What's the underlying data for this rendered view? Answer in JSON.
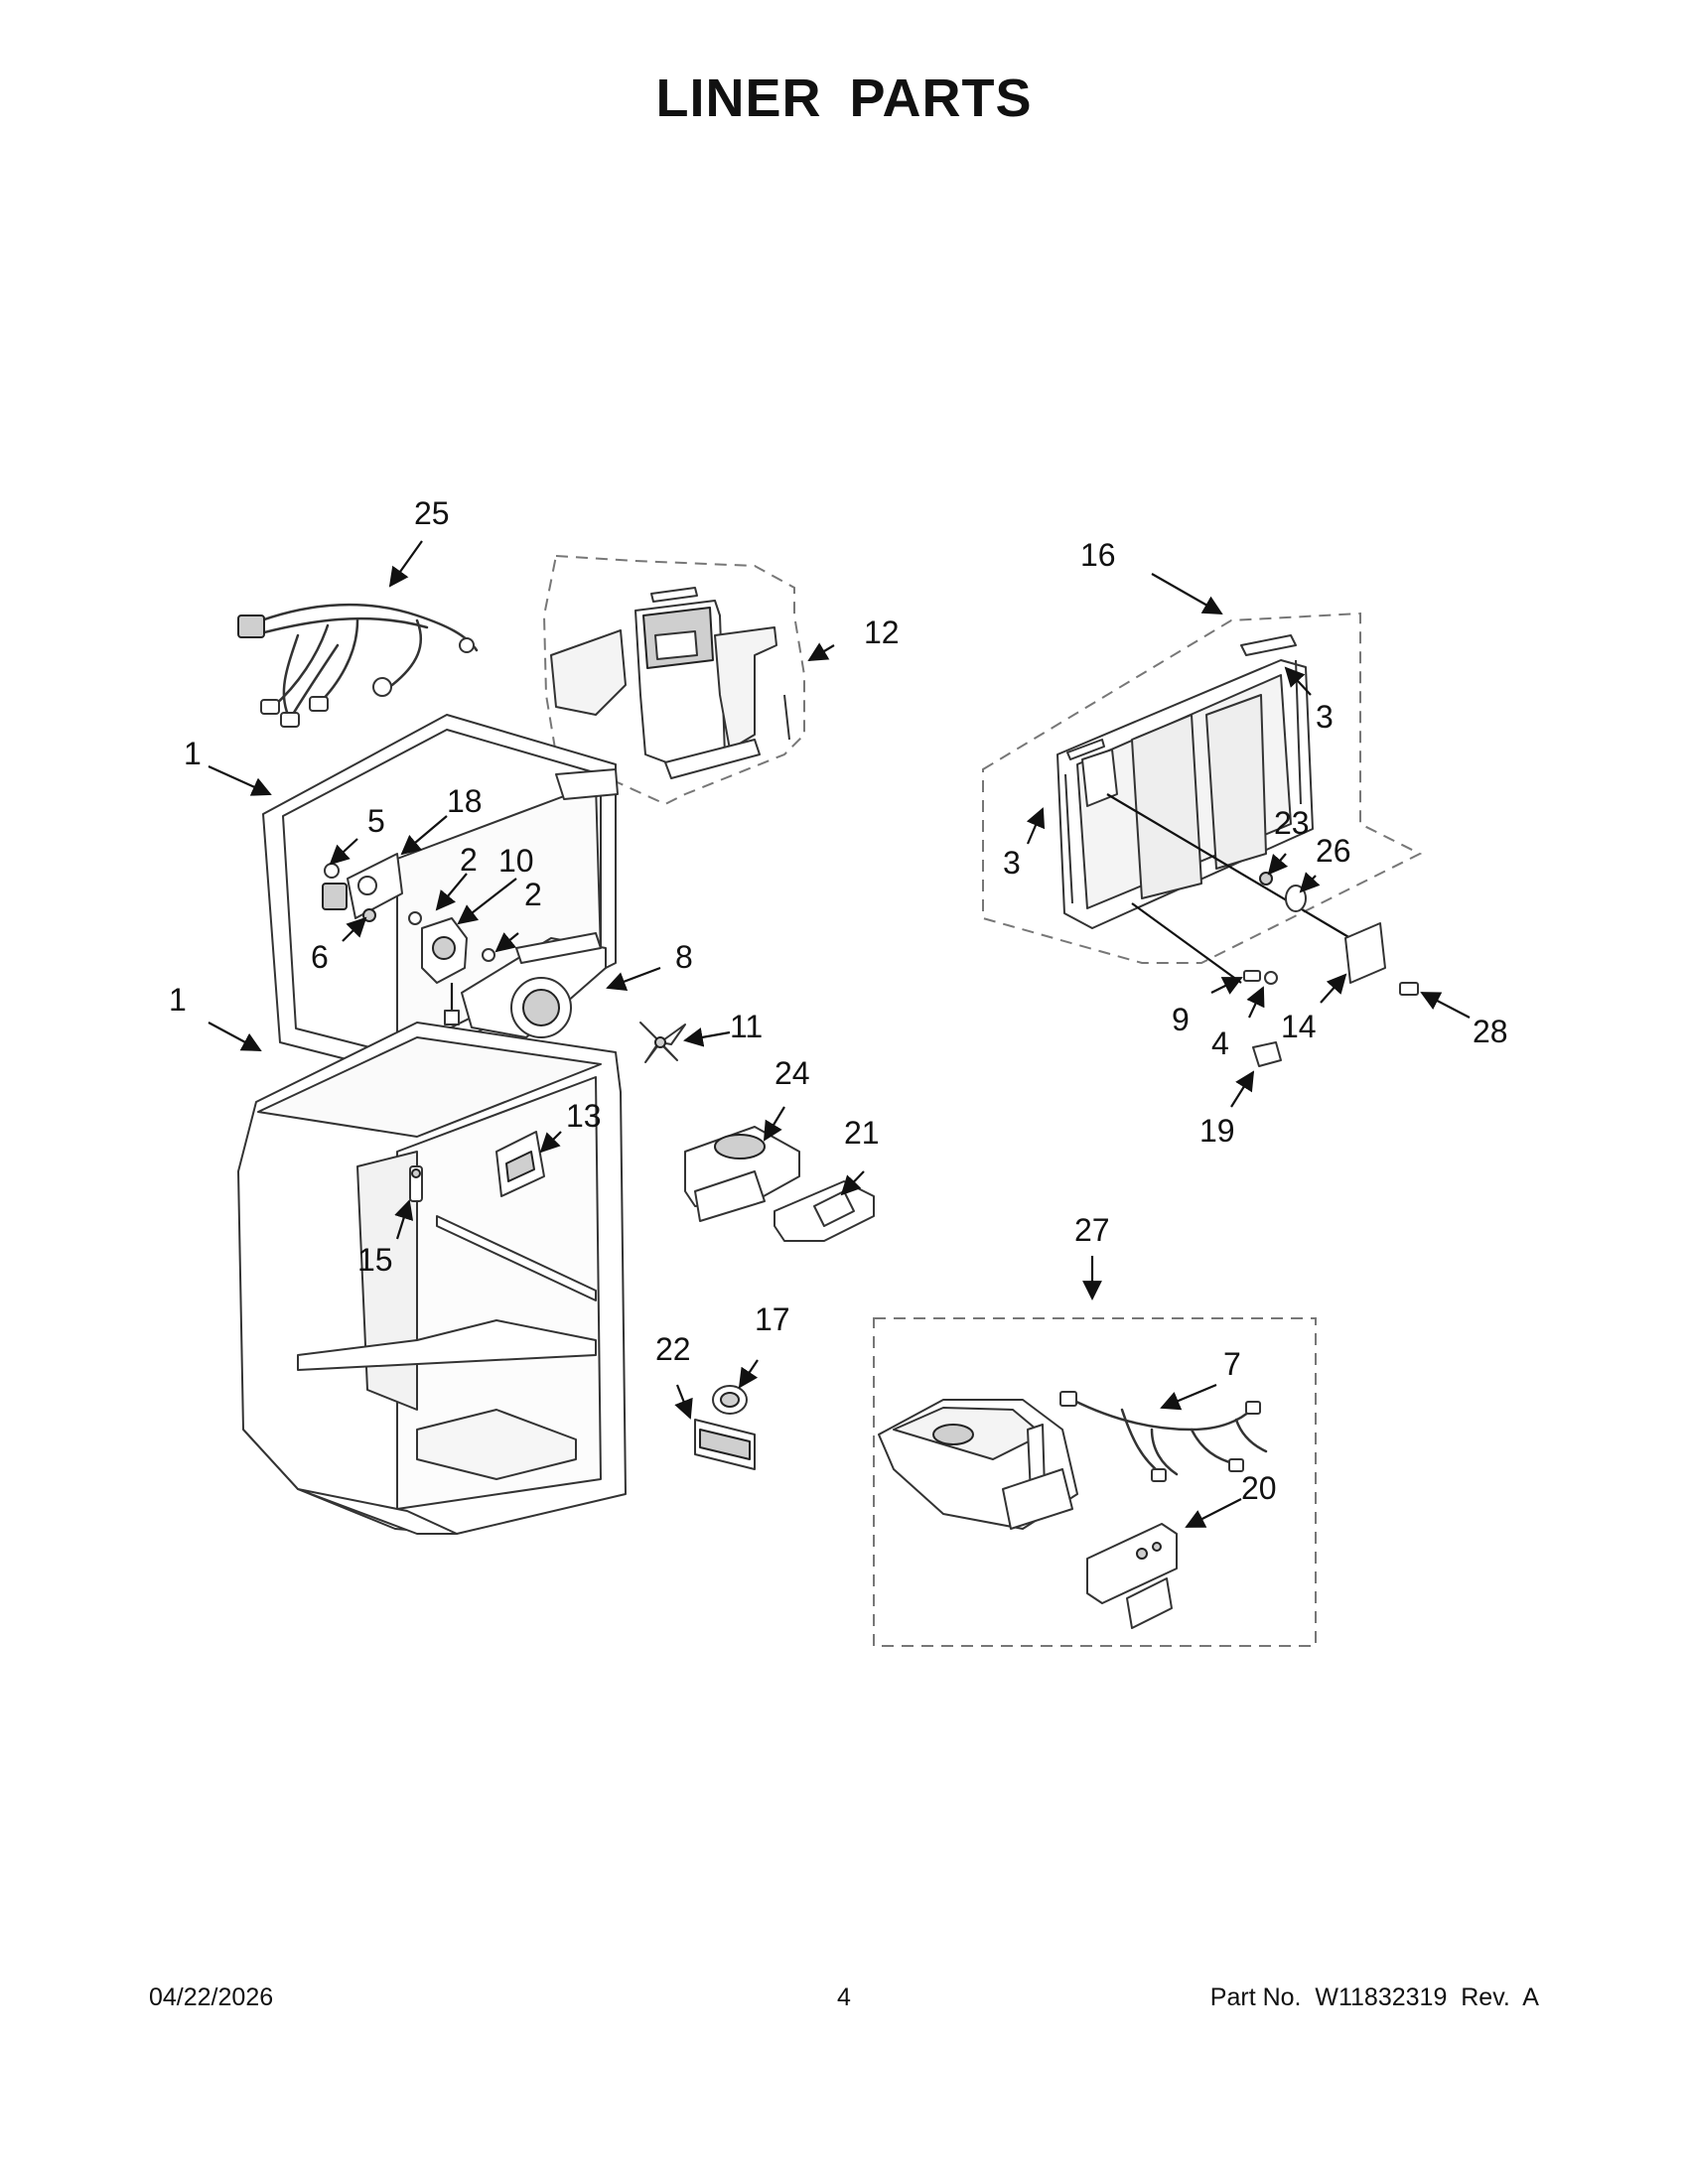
{
  "page": {
    "title": "LINER PARTS",
    "footer": {
      "date": "04/22/2026",
      "page_number": "4",
      "part_number": "Part No.  W11832319  Rev.  A"
    }
  },
  "callouts": {
    "c1a": "1",
    "c1b": "1",
    "c2a": "2",
    "c2b": "2",
    "c3a": "3",
    "c3b": "3",
    "c4": "4",
    "c5": "5",
    "c6": "6",
    "c7": "7",
    "c8": "8",
    "c9": "9",
    "c10": "10",
    "c11": "11",
    "c12": "12",
    "c13": "13",
    "c14": "14",
    "c15": "15",
    "c16": "16",
    "c17": "17",
    "c18": "18",
    "c19": "19",
    "c20": "20",
    "c21": "21",
    "c22": "22",
    "c23": "23",
    "c24": "24",
    "c25": "25",
    "c26": "26",
    "c27": "27",
    "c28": "28"
  }
}
